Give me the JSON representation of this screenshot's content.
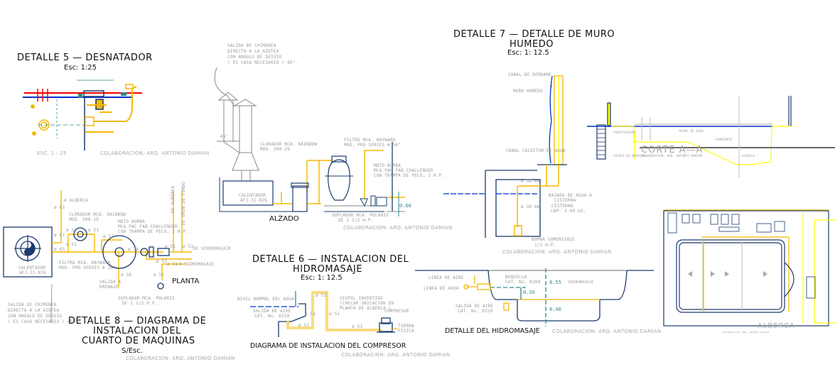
{
  "detalle5": {
    "title": "DETALLE 5  —  DESNATADOR",
    "scale": "Esc: 1:25",
    "scale_note": "ESC. 1 : 25",
    "collab": "COLABORACION:  ARQ. ANTONIO DAMIAN"
  },
  "alzado": {
    "chimney_note": [
      "SALIDA DE CHIMENEA",
      "DIRECTA A LA AZOTEA",
      "CON ANGULO DE DESVIO",
      "( ES CASO NECESARIO ) 45°."
    ],
    "angle": "45°",
    "clorador": [
      "CLORADOR MCA. RAINBOW",
      "MOD. 300-29"
    ],
    "filtro": [
      "FILTRO MCA. HAYWARD",
      "MOD. PRO SERIES # 36\""
    ],
    "motobomba": [
      "MOTO BOMBA",
      "MCA.PAC FAB CHALLENGER",
      "CON TRAMPA DE PELO, 2 H.P."
    ],
    "calentador": [
      "CALENTADOR",
      "AFJ-II-826"
    ],
    "soplador": [
      "SOPLADOR MCA. POLARIS",
      "DE 1 1/2 H.P."
    ],
    "dimension": "0.60",
    "label": "ALZADO",
    "collab": "COLABORACION:  ARQ. ANTONIO DAMIAN"
  },
  "detalle7": {
    "title_line1": "DETALLE 7  —  DETALLE DE MURO",
    "title_line2": "HUMEDO",
    "scale": "Esc: 1: 12.5",
    "canal_derrame": "CANAL DE DERRAME",
    "muro_humedo": "MURO HUMEDO",
    "canal_colector": "CANAL COLECTOR DE AGUA",
    "diam1": "ø 38 mm",
    "diam2": "ø 38 mm",
    "bajada": [
      "BAJADA DE AGUA A",
      "CISTERNA"
    ],
    "cisterna": [
      "CISTERNA",
      "CAP. 3.00 m3."
    ],
    "bomba": [
      "BOMBA SUMERGIBLE",
      "1/2 H.P."
    ],
    "collab": "COLABORACION:  ARQ. ANTONIO DAMIAN"
  },
  "corte": {
    "label": "CORTE  A—A",
    "sublabel": "COLABORACION: ARQ. ANTONIO DAMIAN",
    "notes": [
      "CHAPOTEADERO",
      "CUARTO DE MAQUINAS",
      "NIVEL DE AGUA",
      "ALBERCA",
      "PENDIENTE"
    ]
  },
  "planta_general": {
    "label": "ALBERCA",
    "sublabel": "COLABORACION: ARQ. ANTONIO DAMIAN"
  },
  "detalle8": {
    "calentador": [
      "CALENTADOR",
      "AFJ-II-826"
    ],
    "a_alberca": "A ALBERCA",
    "clorador": [
      "CLORADOR MCA. RAINBOW",
      "MOD. 300-29"
    ],
    "motobomba": [
      "MOTO BOMBA",
      "MCA.PAC FAB CHALLENGER",
      "CON TRAMPA DE PELO, 2 H.P."
    ],
    "filtro": [
      "FILTRO MCA. HAYWARD",
      "MOD. PRO SERIES # 36\""
    ],
    "salida_drenaje": [
      "SALIDA A",
      "DRENAJE"
    ],
    "de_alberca": "DE ALBERCA",
    "de_dren": "DE DREN DE FONDO",
    "de_hidro": "DE HIDROMASAJE",
    "a_hidro": "A HIDROMASAJE",
    "pipes": [
      "ø 63",
      "ø 63",
      "ø 63",
      "ø 51",
      "ø 51",
      "ø 51",
      "ø 51",
      "ø 38",
      "ø 38",
      "ø 51",
      "ø 51",
      "ø 51",
      "ø 51",
      "ø 51"
    ],
    "planta": "PLANTA",
    "soplador": [
      "SOPLADOR MCA. POLARIS",
      "DE 1 1/2 H.P."
    ],
    "chimney_note": [
      "SALIDA DE CHIMENEA",
      "DIRECTA A LA AZOTEA",
      "CON ANGULO DE DESVIO",
      "( ES CASO NECESARIO ) 45°"
    ],
    "title_line1": "DETALLE 8  —  DIAGRAMA DE",
    "title_line2": "INSTALACION DEL",
    "title_line3": "CUARTO DE MAQUINAS",
    "scale": "S/Esc.",
    "collab": "COLABORACION:  ARQ. ANTONIO DAMIAN"
  },
  "detalle6": {
    "title_line1": "DETALLE 6  —  INSTALACION DEL",
    "title_line2": "HIDROMASAJE",
    "scale": "Esc: 1: 12.5",
    "nivel": "NIVEL NORMAL DEL AGUA",
    "salida": [
      "SALIDA DE AIRE",
      "CAT. No. 8250"
    ],
    "cespol": [
      "CESPOL INVERTIDO",
      "(CHECAR UBICACION EN",
      "PLANTA DE ALBERCA )"
    ],
    "compresor": "COMPRESOR",
    "tierra": [
      "TIERRA",
      "FISICA"
    ],
    "pipes": [
      "ø 51",
      "ø 51",
      "ø 51",
      "ø 51",
      "ø 51"
    ],
    "diagram_title": "DIAGRAMA DE INSTALACION DEL COMPRESOR",
    "collab": "COLABORACION:  ARQ. ANTONIO DAMIAN"
  },
  "hidromasaje": {
    "linea_aire": "LINEA DE AIRE",
    "linea_agua": "LINEA DE AGUA",
    "boquilla": [
      "BOQUILLA",
      "CAT. No. 8269"
    ],
    "salida_aire": [
      "SALIDA DE AIRE",
      "CAT. No. 8250"
    ],
    "hidromasaje": "HIDROMASAJE",
    "dims": [
      "0.55",
      "0.20",
      "0.40"
    ],
    "title": "DETALLE DEL HIDROMASAJE",
    "collab": "COLABORACION:  ARQ. ANTONIO DAMIAN"
  },
  "colors": {
    "pipe": "#f5b800",
    "water": "#0033cc",
    "structure": "#1a3a6e",
    "annotation": "#9a9a9a",
    "dimension": "#2a8a8a",
    "hot": "#ff0000",
    "wall": "#ffff00"
  }
}
